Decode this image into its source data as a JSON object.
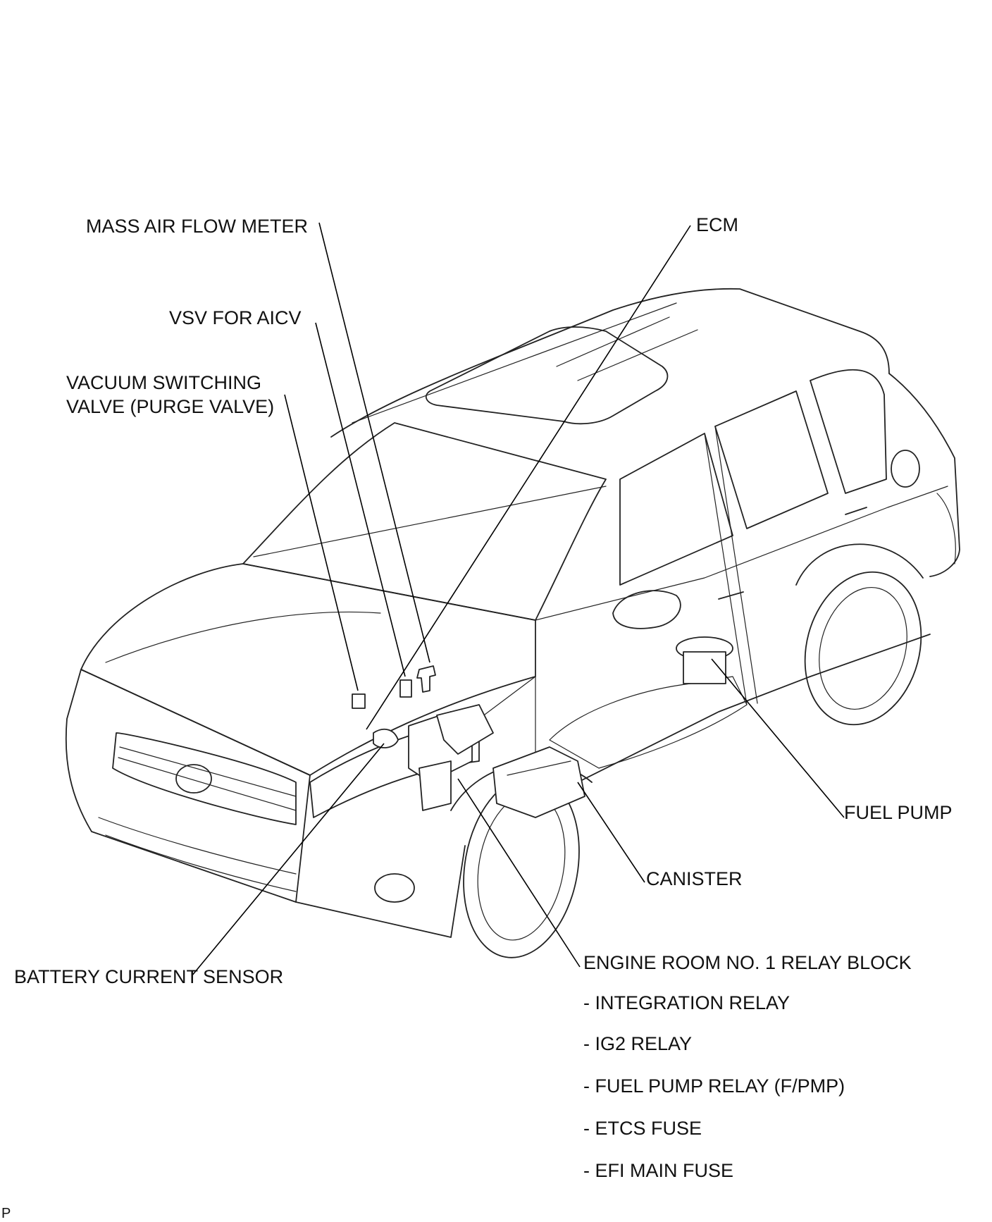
{
  "labels": {
    "mass_air_flow_meter": "MASS AIR FLOW METER",
    "ecm": "ECM",
    "vsv_for_aicv": "VSV FOR AICV",
    "vacuum_switching_valve_line1": "VACUUM SWITCHING",
    "vacuum_switching_valve_line2": "VALVE (PURGE VALVE)",
    "fuel_pump": "FUEL PUMP",
    "canister": "CANISTER",
    "battery_current_sensor": "BATTERY CURRENT SENSOR",
    "engine_room_relay_block": "ENGINE ROOM NO. 1 RELAY BLOCK"
  },
  "relay_block_items": [
    "- INTEGRATION RELAY",
    "- IG2 RELAY",
    "- FUEL PUMP RELAY (F/PMP)",
    "- ETCS FUSE",
    "- EFI MAIN FUSE"
  ],
  "figure_code": "P"
}
